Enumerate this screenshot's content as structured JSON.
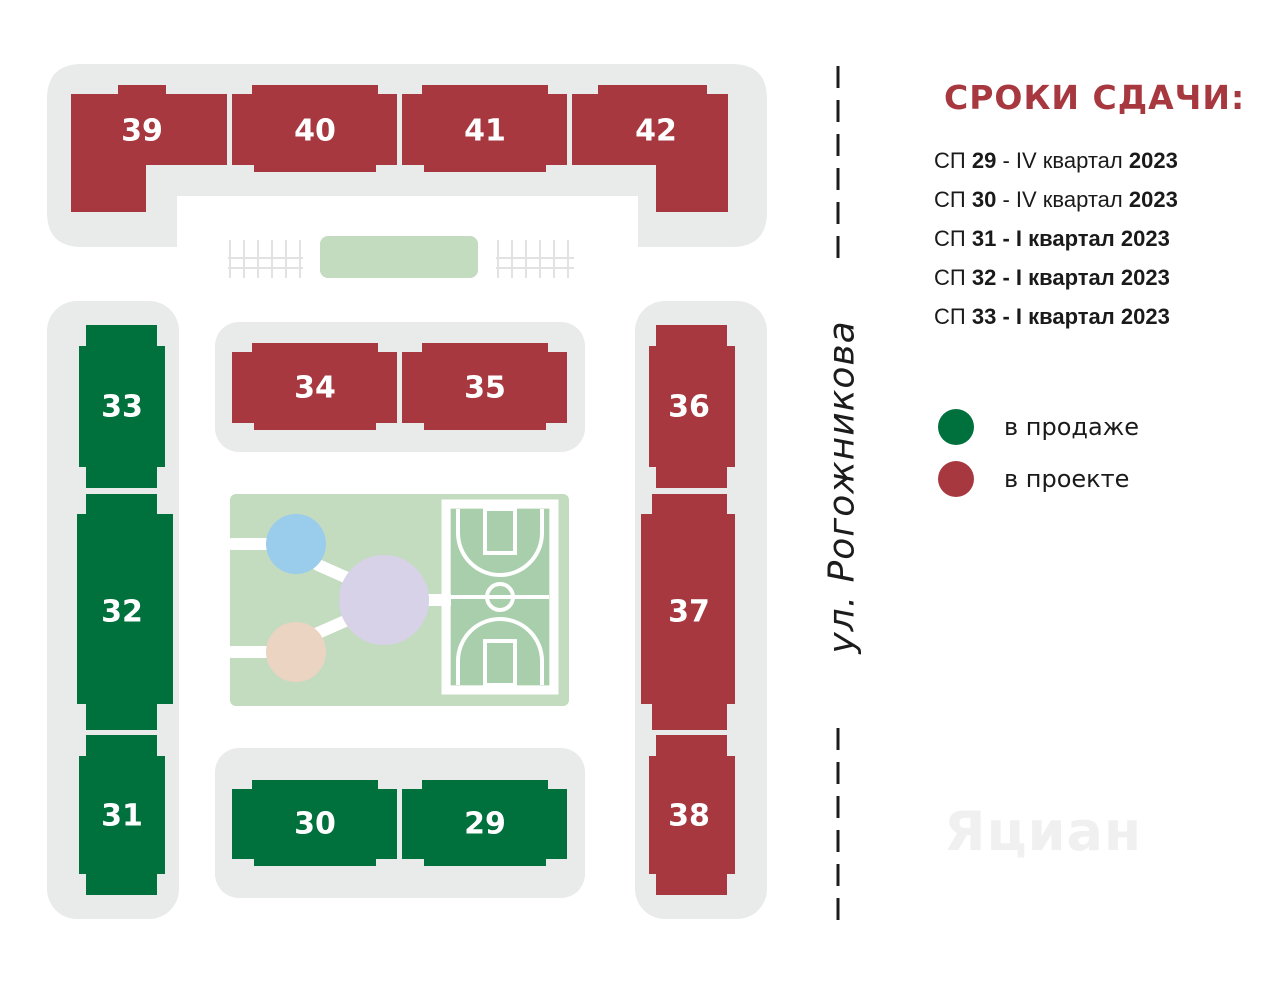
{
  "colors": {
    "on_sale": "#00703c",
    "in_project": "#a8383f",
    "block_bg": "#e9eaea",
    "park": "#c3dbbf",
    "sport_court": "#a9ceab",
    "plaza_center": "#d7d2e8",
    "plaza_blue": "#9acdec",
    "plaza_peach": "#ecd4c3"
  },
  "buildings": [
    {
      "number": "39",
      "status": "in_project"
    },
    {
      "number": "40",
      "status": "in_project"
    },
    {
      "number": "41",
      "status": "in_project"
    },
    {
      "number": "42",
      "status": "in_project"
    },
    {
      "number": "34",
      "status": "in_project"
    },
    {
      "number": "35",
      "status": "in_project"
    },
    {
      "number": "33",
      "status": "on_sale"
    },
    {
      "number": "32",
      "status": "on_sale"
    },
    {
      "number": "31",
      "status": "on_sale"
    },
    {
      "number": "36",
      "status": "in_project"
    },
    {
      "number": "37",
      "status": "in_project"
    },
    {
      "number": "38",
      "status": "in_project"
    },
    {
      "number": "30",
      "status": "on_sale"
    },
    {
      "number": "29",
      "status": "on_sale"
    }
  ],
  "street": {
    "name": "ул. Рогожникова"
  },
  "legend": {
    "title": "СРОКИ СДАЧИ:",
    "deadlines": [
      {
        "prefix": "СП",
        "number": "29",
        "sep": "-",
        "quarter": "IV квартал",
        "year": "2023"
      },
      {
        "prefix": "СП",
        "number": "30",
        "sep": "-",
        "quarter": "IV квартал",
        "year": "2023"
      },
      {
        "prefix": "СП",
        "number": "31",
        "sep": "-",
        "quarter": "I квартал",
        "year": "2023"
      },
      {
        "prefix": "СП",
        "number": "32",
        "sep": "-",
        "quarter": "I квартал",
        "year": "2023"
      },
      {
        "prefix": "СП",
        "number": "33",
        "sep": "-",
        "quarter": "I квартал",
        "year": "2023"
      }
    ],
    "status_keys": [
      {
        "label": "в продаже",
        "status": "on_sale"
      },
      {
        "label": "в проекте",
        "status": "in_project"
      }
    ]
  },
  "watermark": "Яциан"
}
